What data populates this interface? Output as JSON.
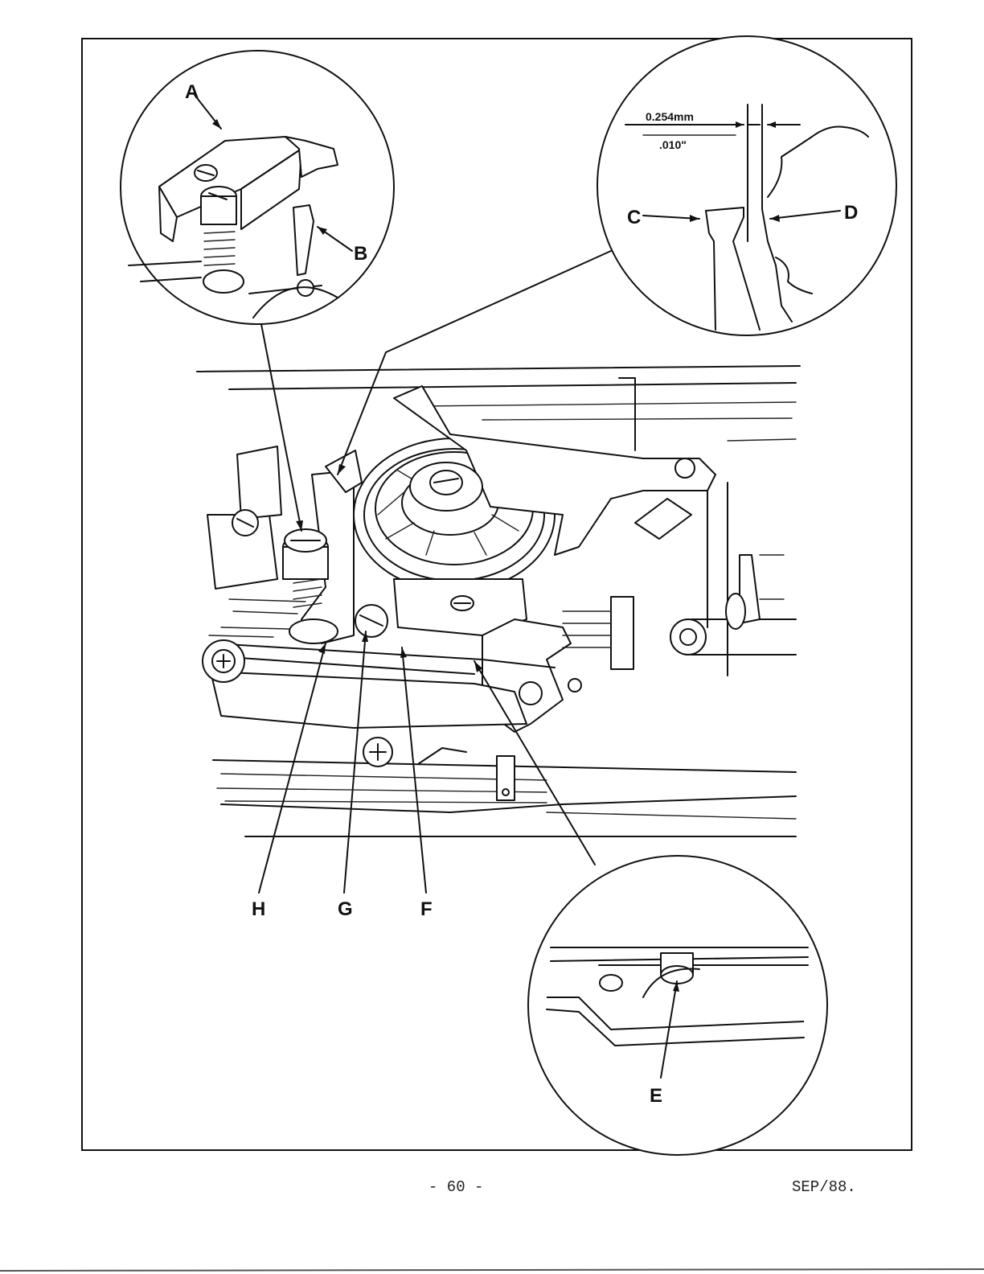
{
  "labels": {
    "A": "A",
    "B": "B",
    "C": "C",
    "D": "D",
    "E": "E",
    "F": "F",
    "G": "G",
    "H": "H"
  },
  "dimension": {
    "metric": "0.254mm",
    "imperial": ".010\""
  },
  "footer": {
    "page_number": "- 60 -",
    "date": "SEP/88."
  }
}
